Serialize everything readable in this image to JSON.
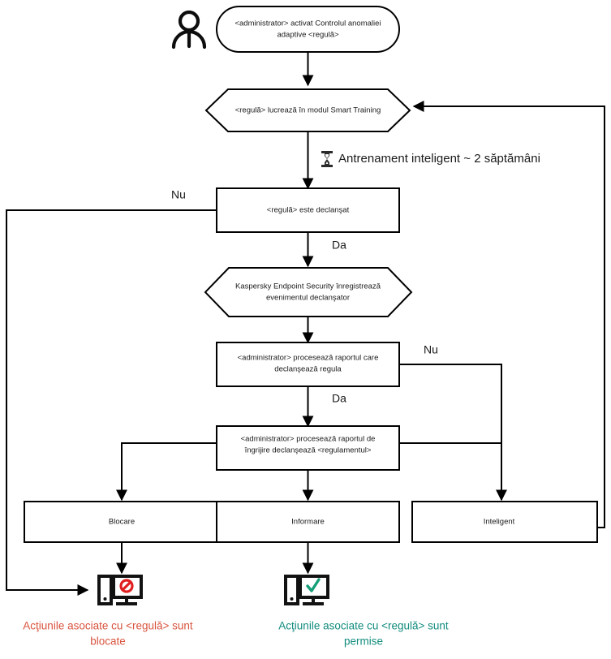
{
  "diagram": {
    "title": "Adaptive Anomaly Control rule workflow",
    "colors": {
      "line": "#000000",
      "blocked_text": "#D9543F",
      "allowed_text": "#128C7E",
      "deny_icon": "#E02020",
      "check_icon": "#159E77"
    },
    "nodes": {
      "actor": "actor-person-icon",
      "start": "<administrator> activat Controlul anomaliei adaptive <regulă>",
      "start_line1": "<administrator> activat Controlul anomaliei",
      "start_line2": "adaptive <regulă>",
      "smart_training": "<regulă> lucrează în modul Smart Training",
      "trigger": "<regulă> este declanşat",
      "kes_event_line1": "Kaspersky Endpoint Security înregistrează",
      "kes_event_line2": "evenimentul declanşator",
      "admin_report_line1": "<administrator> proceseazǎ raportul care",
      "admin_report_line2": "declanşeazǎ regula",
      "admin_care_line1": "<administrator> proceseazǎ raportul de",
      "admin_care_line2": "îngrijire declanşeazǎ <regulamentul>",
      "block": "Blocare",
      "inform": "Informare",
      "smart": "Inteligent"
    },
    "edge_labels": {
      "trigger_no": "Nu",
      "trigger_yes": "Da",
      "report_no": "Nu",
      "report_yes": "Da"
    },
    "notes": {
      "training_duration": "Antrenament inteligent ~ 2 săptămâni",
      "training_icon": "hourglass-icon"
    },
    "outcomes": {
      "blocked_line1": "Acţiunile asociate cu <regulă> sunt",
      "blocked_line2": "blocate",
      "allowed_line1": "Acţiunile asociate cu <regulă> sunt",
      "allowed_line2": "permise",
      "blocked_icon": "monitor-blocked-icon",
      "allowed_icon": "monitor-allowed-icon"
    }
  }
}
